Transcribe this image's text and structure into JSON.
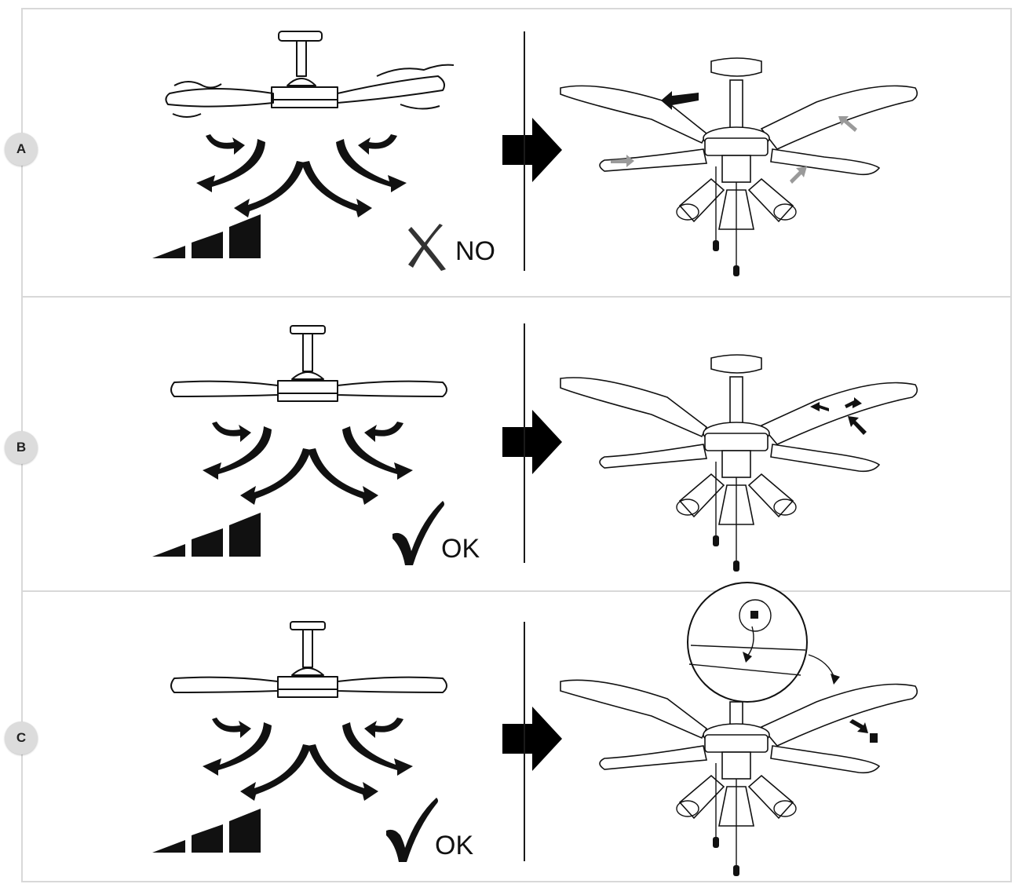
{
  "steps": [
    {
      "label": "A",
      "result": "NO",
      "mark": "cross-icon"
    },
    {
      "label": "B",
      "result": "OK",
      "mark": "check-icon"
    },
    {
      "label": "C",
      "result": "OK",
      "mark": "check-icon"
    }
  ],
  "colors": {
    "ink": "#111111",
    "badge": "#dcdcdc",
    "frame": "#d8d8d8",
    "highlight_arrow": "#9a9a9a"
  }
}
